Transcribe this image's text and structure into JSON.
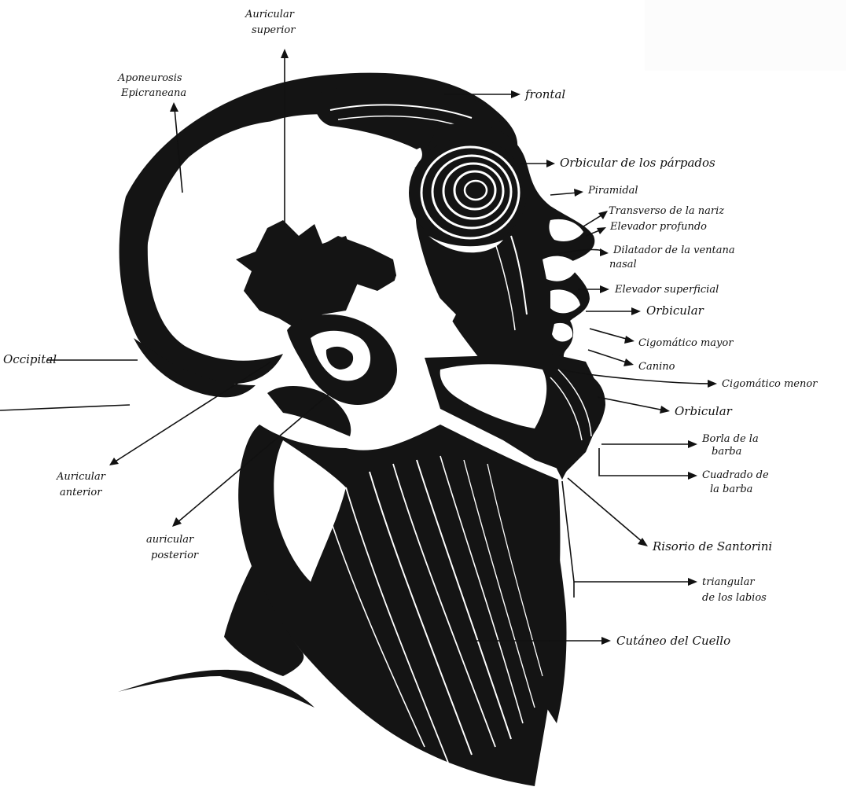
{
  "labels": {
    "auricular_superior": [
      "Auricular",
      "superior"
    ],
    "aponeurosis": [
      "Aponeurosis",
      "Epicraneana"
    ],
    "frontal": "frontal",
    "orbicular_parpados": "Orbicular de los párpados",
    "piramidal": "Piramidal",
    "transverso": "Transverso de la nariz",
    "elevador_profundo": "Elevador profundo",
    "dilatador": [
      "Dilatador de la ventana",
      "nasal"
    ],
    "elevador_superficial": "Elevador superficial",
    "orbicular_1": "Orbicular",
    "cigomatico_mayor": "Cigomático mayor",
    "canino": "Canino",
    "cigomatico_menor": "Cigomático menor",
    "orbicular_2": "Orbicular",
    "borla": [
      "Borla de la",
      "barba"
    ],
    "cuadrado": [
      "Cuadrado de",
      "la barba"
    ],
    "risorio": "Risorio de Santorini",
    "triangular": [
      "triangular",
      "de los labios"
    ],
    "cutaneo": "Cutáneo del Cuello",
    "occipital": "Occipital",
    "auricular_anterior": [
      "Auricular",
      "anterior"
    ],
    "auricular_posterior": [
      "auricular",
      "posterior"
    ]
  },
  "colors": {
    "ink": "#141414",
    "paper": "#ffffff"
  }
}
